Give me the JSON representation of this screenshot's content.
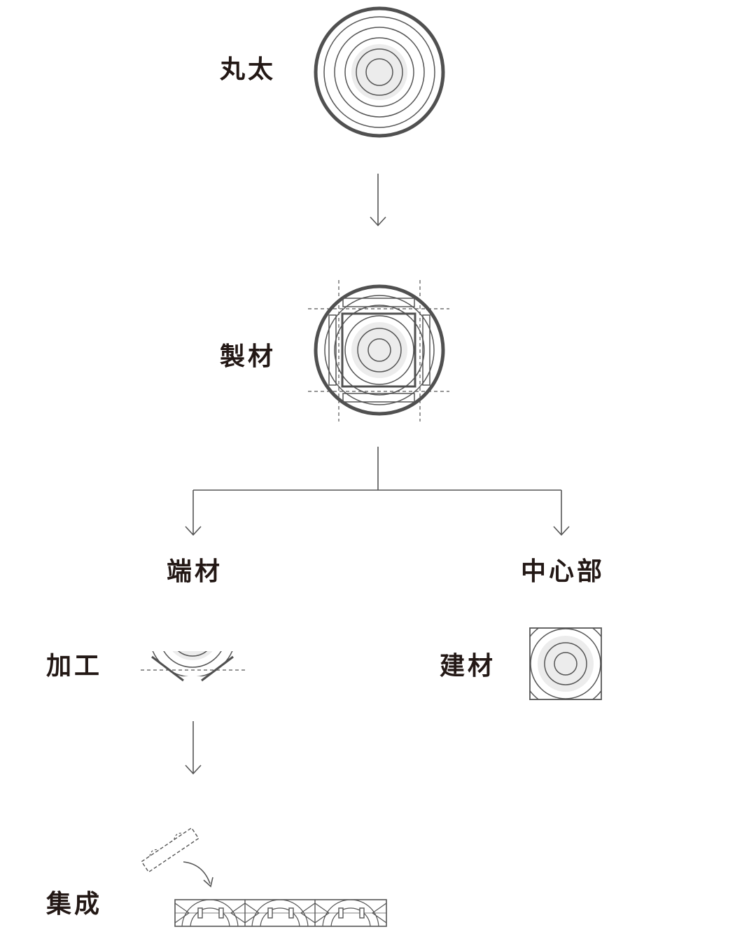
{
  "labels": {
    "log": "丸太",
    "sawing": "製材",
    "offcut": "端材",
    "core": "中心部",
    "processing": "加工",
    "building_material": "建材",
    "laminating": "集成"
  },
  "colors": {
    "line": "#555555",
    "thick_line": "#505050",
    "text": "#231815",
    "core_fill": "#ececec"
  }
}
